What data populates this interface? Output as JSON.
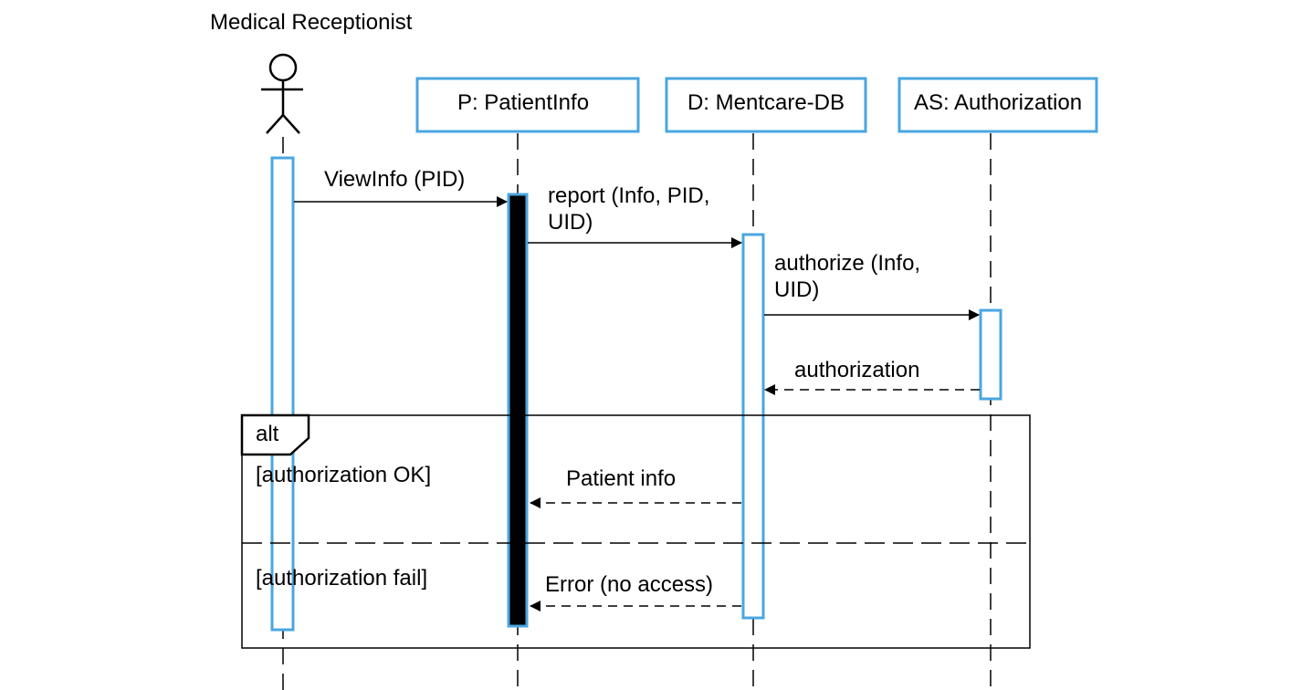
{
  "actor": {
    "name": "Medical Receptionist"
  },
  "lifelines": [
    {
      "id": "patientinfo",
      "label": "P: PatientInfo"
    },
    {
      "id": "mentcare",
      "label": "D: Mentcare-DB"
    },
    {
      "id": "authorization",
      "label": "AS: Authorization"
    }
  ],
  "messages": {
    "viewinfo": "ViewInfo (PID)",
    "report_line1": "report (Info, PID,",
    "report_line2": "UID)",
    "authorize_line1": "authorize (Info,",
    "authorize_line2": "UID)",
    "authorization_return": "authorization",
    "patient_info_return": "Patient info",
    "error_return": "Error (no access)"
  },
  "fragment": {
    "operator": "alt",
    "guard_ok": "[authorization OK]",
    "guard_fail": "[authorization fail]"
  },
  "colors": {
    "activation_border": "#4aa6e0",
    "active_fill": "#000000",
    "line": "#000000"
  }
}
